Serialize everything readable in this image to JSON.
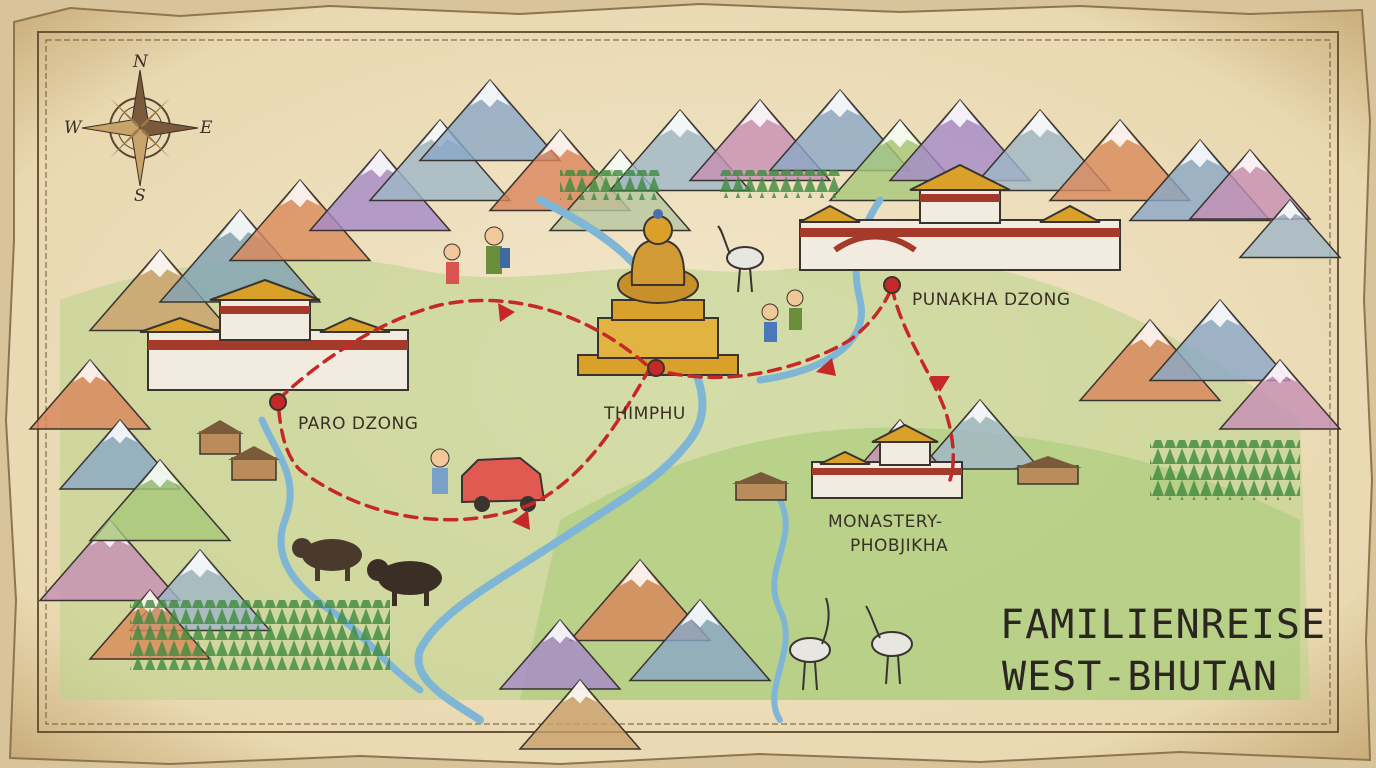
{
  "title": {
    "line1": "FAMILIENREISE",
    "line2": "WEST-BHUTAN"
  },
  "compass": {
    "n": "N",
    "e": "E",
    "s": "S",
    "w": "W"
  },
  "places": {
    "paro": "PARO DZONG",
    "thimphu": "THIMPHU",
    "punakha": "PUNAKHA DZONG",
    "phobjikha_line1": "MONASTERY-",
    "phobjikha_line2": "PHOBJIKHA"
  },
  "colors": {
    "parchment": "#efe3c6",
    "route": "#c62828",
    "river": "#7fb6d6",
    "forest": "#3f8a3f",
    "mountain_ink": "#3a3430"
  }
}
